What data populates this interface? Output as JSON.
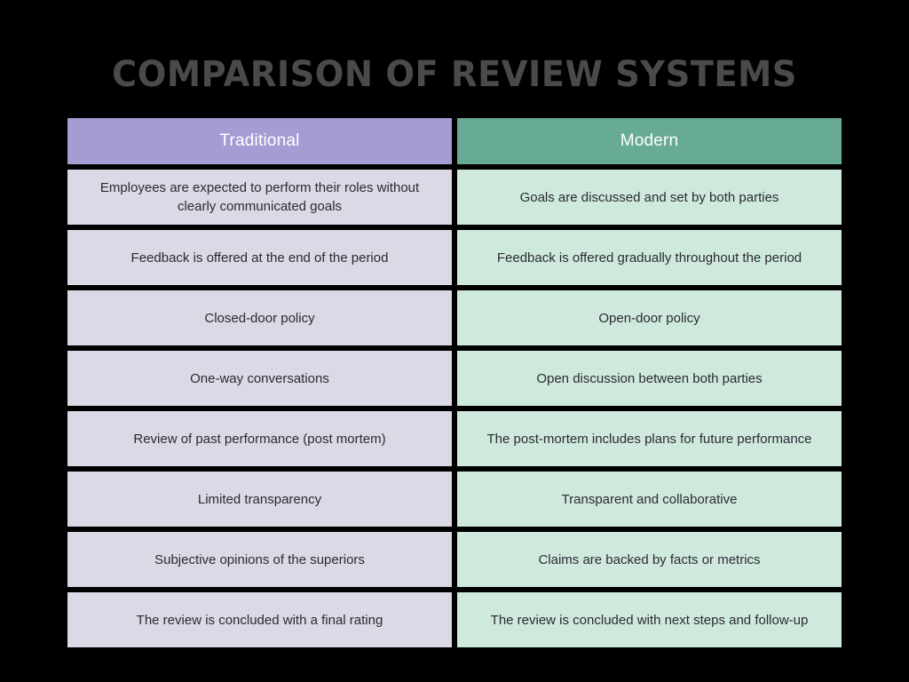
{
  "slide": {
    "title": "Comparison of Review Systems",
    "background_color": "#000000",
    "title_color": "#4a4a4a"
  },
  "table": {
    "columns": [
      {
        "key": "traditional",
        "header": "Traditional",
        "header_bg": "#a79bd4",
        "header_text_color": "#ffffff",
        "cell_bg": "#dcd8e6",
        "cell_text_color": "#2b2b33"
      },
      {
        "key": "modern",
        "header": "Modern",
        "header_bg": "#68ab94",
        "header_text_color": "#ffffff",
        "cell_bg": "#cfe9dd",
        "cell_text_color": "#2b2b33"
      }
    ],
    "rows": [
      {
        "traditional": "Employees are expected to perform their roles without clearly communicated goals",
        "modern": "Goals are discussed and set by both parties"
      },
      {
        "traditional": "Feedback is offered at the end of the period",
        "modern": "Feedback is offered gradually throughout the period"
      },
      {
        "traditional": "Closed-door policy",
        "modern": "Open-door policy"
      },
      {
        "traditional": "One-way conversations",
        "modern": "Open discussion between both parties"
      },
      {
        "traditional": "Review of past performance (post mortem)",
        "modern": "The post-mortem includes plans for future performance"
      },
      {
        "traditional": "Limited transparency",
        "modern": "Transparent and collaborative"
      },
      {
        "traditional": "Subjective opinions of the superiors",
        "modern": "Claims are backed by facts or metrics"
      },
      {
        "traditional": "The review is concluded with a final rating",
        "modern": "The review is concluded with next steps and follow-up"
      }
    ]
  }
}
